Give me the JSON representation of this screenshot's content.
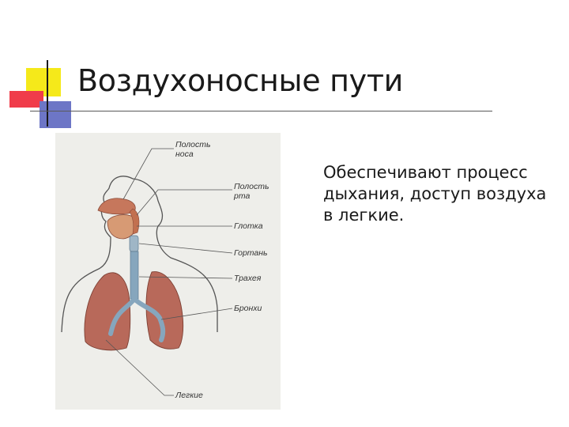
{
  "slide": {
    "title": "Воздухоносные пути",
    "body": "Обеспечивают процесс дыхания, доступ воздуха в легкие."
  },
  "figure": {
    "labels": {
      "nasal_cavity_line1": "Полость",
      "nasal_cavity_line2": "носа",
      "oral_cavity_line1": "Полость",
      "oral_cavity_line2": "рта",
      "pharynx": "Глотка",
      "larynx": "Гортань",
      "trachea": "Трахея",
      "bronchi": "Бронхи",
      "lungs": "Легкие"
    }
  },
  "colors": {
    "ornament_yellow": "#f5e91a",
    "ornament_red": "#f03c4a",
    "ornament_blue": "#6d76c6",
    "lung": "#b8695a",
    "airway": "#7fa0b8",
    "figure_bg": "#eeeeea"
  }
}
